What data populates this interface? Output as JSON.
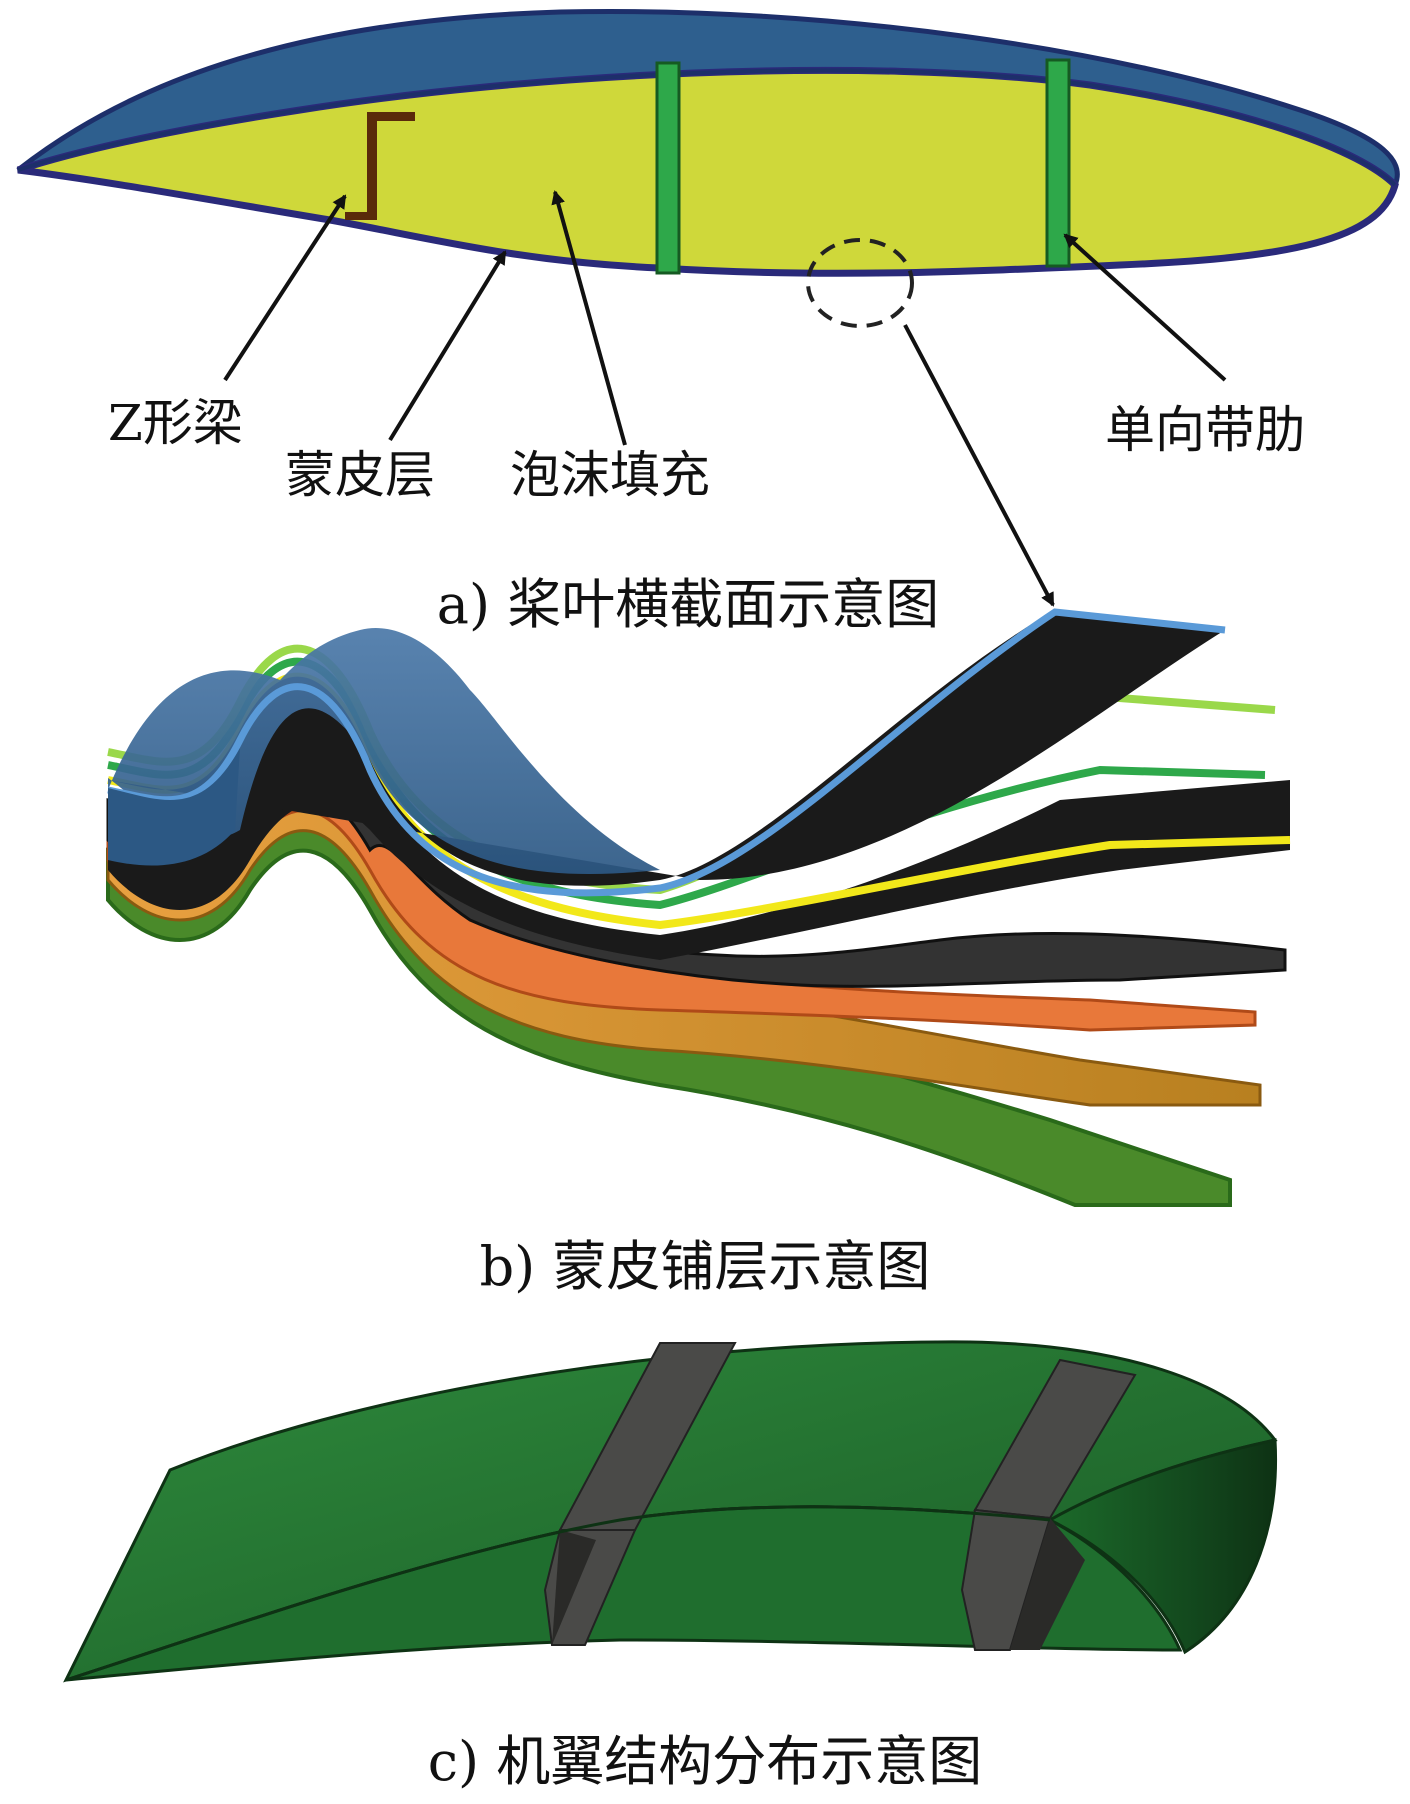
{
  "panel_a": {
    "caption": "a) 桨叶横截面示意图",
    "labels": {
      "z_beam": "Z形梁",
      "skin_layer": "蒙皮层",
      "foam_fill": "泡沫填充",
      "unidirectional_rib": "单向带肋"
    }
  },
  "panel_b": {
    "caption": "b) 蒙皮铺层示意图"
  },
  "panel_c": {
    "caption": "c) 机翼结构分布示意图"
  },
  "colors": {
    "skin_blue": "#2e5f8e",
    "foam_yellow": "#cfd83a",
    "rib_green": "#2ea84a",
    "beam_brown": "#5a2a0a",
    "outline_navy": "#2a2a7a",
    "wing_green": "#1f6e2e",
    "wing_rib_gray": "#4a4a48"
  }
}
